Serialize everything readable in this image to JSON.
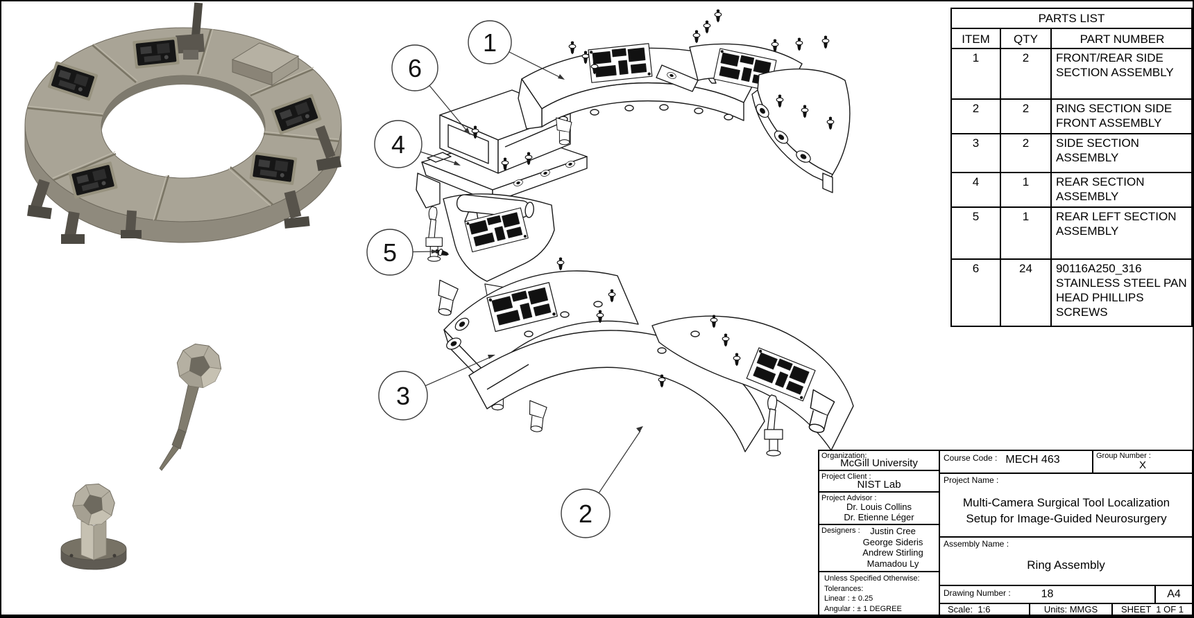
{
  "colors": {
    "line": "#1a1a1a",
    "render_light": "#b5b0a2",
    "render_mid": "#8f8a7d",
    "render_dark": "#55524a",
    "page_border": "#000000"
  },
  "exploded_view": {
    "balloons": [
      {
        "label": "1"
      },
      {
        "label": "6"
      },
      {
        "label": "4"
      },
      {
        "label": "5"
      },
      {
        "label": "3"
      },
      {
        "label": "2"
      }
    ]
  },
  "parts_list": {
    "title": "PARTS LIST",
    "columns": [
      "ITEM",
      "QTY",
      "PART NUMBER"
    ],
    "rows": [
      {
        "item": "1",
        "qty": "2",
        "part": "FRONT/REAR SIDE SECTION ASSEMBLY"
      },
      {
        "item": "2",
        "qty": "2",
        "part": "RING SECTION SIDE FRONT ASSEMBLY"
      },
      {
        "item": "3",
        "qty": "2",
        "part": "SIDE SECTION ASSEMBLY"
      },
      {
        "item": "4",
        "qty": "1",
        "part": "REAR SECTION ASSEMBLY"
      },
      {
        "item": "5",
        "qty": "1",
        "part": "REAR LEFT SECTION ASSEMBLY"
      },
      {
        "item": "6",
        "qty": "24",
        "part": "90116A250_316 STAINLESS STEEL PAN HEAD PHILLIPS SCREWS"
      }
    ]
  },
  "title_block": {
    "organization_label": "Organization:",
    "organization": "McGill University",
    "client_label": "Project Client :",
    "client": "NIST Lab",
    "advisor_label": "Project Advisor :",
    "advisors": [
      "Dr. Louis Collins",
      "Dr. Etienne Léger"
    ],
    "designers_label": "Designers :",
    "designers": [
      "Justin Cree",
      "George Sideris",
      "Andrew Stirling",
      "Mamadou Ly"
    ],
    "tolerances": [
      "Unless Specified Otherwise:",
      "Tolerances:",
      "Linear : ± 0.25",
      "Angular : ± 1 DEGREE"
    ],
    "course_code_label": "Course Code :",
    "course_code": "MECH 463",
    "group_number_label": "Group Number :",
    "group_number": "X",
    "project_name_label": "Project Name :",
    "project_name": "Multi-Camera Surgical Tool Localization Setup for Image-Guided Neurosurgery",
    "assembly_name_label": "Assembly Name :",
    "assembly_name": "Ring Assembly",
    "drawing_number_label": "Drawing Number :",
    "drawing_number": "18",
    "paper_size": "A4",
    "scale_label": "Scale:",
    "scale_value": "1:6",
    "units_label": "Units:",
    "units_value": "MMGS",
    "sheet_label": "SHEET",
    "sheet_value": "1 OF 1"
  }
}
